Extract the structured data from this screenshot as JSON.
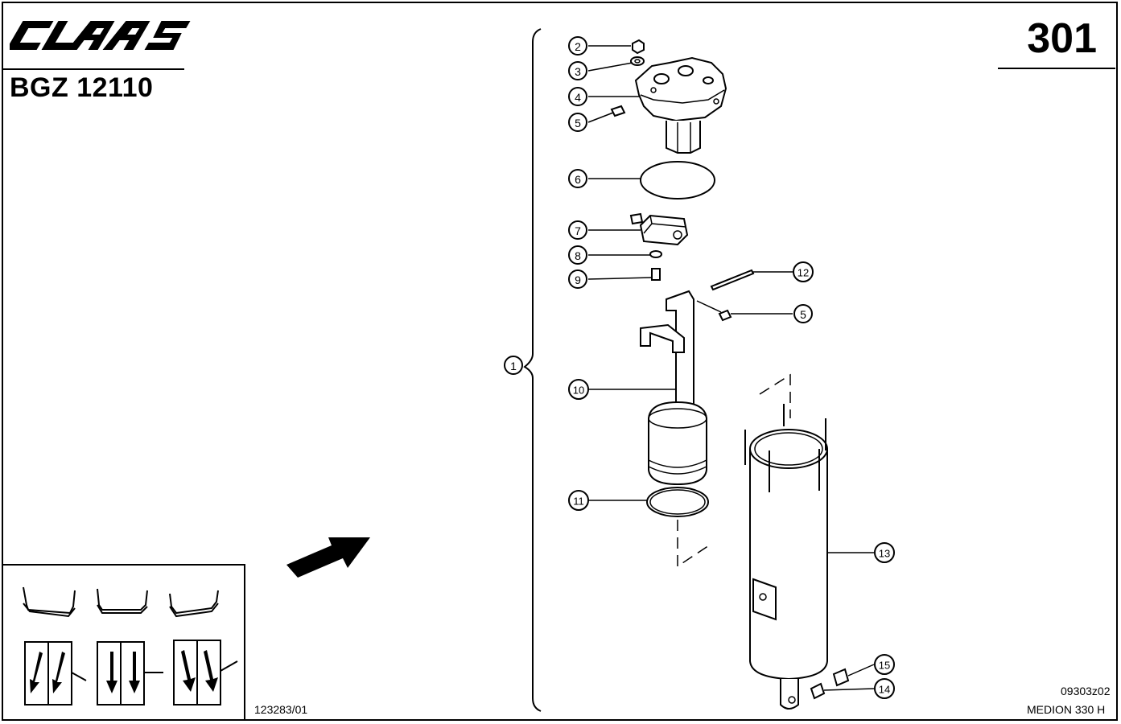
{
  "header": {
    "brand": "CLAAS",
    "document_id": "BGZ 12110",
    "page_number": "301"
  },
  "footer": {
    "left_code": "123283/01",
    "right_code": "09303z02",
    "model": "MEDION 330 H"
  },
  "callouts": [
    "1",
    "2",
    "3",
    "4",
    "5",
    "6",
    "7",
    "8",
    "9",
    "10",
    "11",
    "12",
    "5",
    "13",
    "15",
    "14"
  ],
  "colors": {
    "ink": "#000000",
    "paper": "#ffffff"
  },
  "icons": [
    "direction-arrow-icon",
    "header-layout-icon",
    "flow-direction-icon"
  ]
}
